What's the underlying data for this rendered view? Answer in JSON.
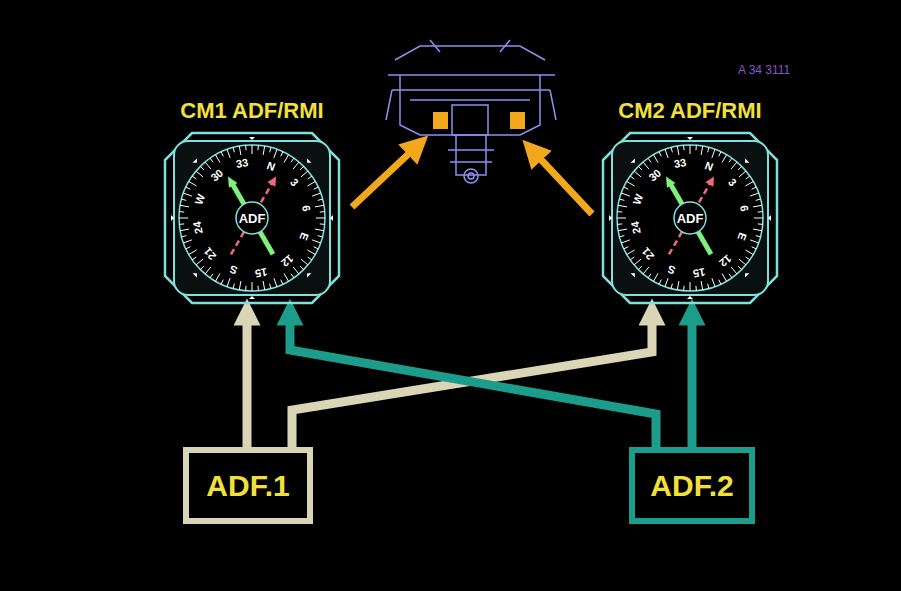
{
  "diagram": {
    "nodes": [
      {
        "text": [
          "CM1 ADF/RMI",
          "ADF"
        ]
      },
      {
        "text": [
          "CM2 ADF/RMI",
          "ADF"
        ]
      },
      {
        "text": [
          "ADF.1"
        ]
      },
      {
        "text": [
          "ADF.2"
        ]
      }
    ],
    "edges": [
      {
        "from": 2,
        "to": 0,
        "arrow": "to"
      },
      {
        "from": 2,
        "to": 1,
        "arrow": "to"
      },
      {
        "from": 3,
        "to": 0,
        "arrow": "to"
      },
      {
        "from": 3,
        "to": 1,
        "arrow": "to"
      }
    ],
    "labels": [
      "A 34 3111",
      "N",
      "3",
      "6",
      "E",
      "12",
      "15",
      "S",
      "21",
      "24",
      "W",
      "30",
      "33",
      "N",
      "3",
      "6",
      "E",
      "12",
      "15",
      "S",
      "21",
      "24",
      "W",
      "30",
      "33"
    ]
  }
}
